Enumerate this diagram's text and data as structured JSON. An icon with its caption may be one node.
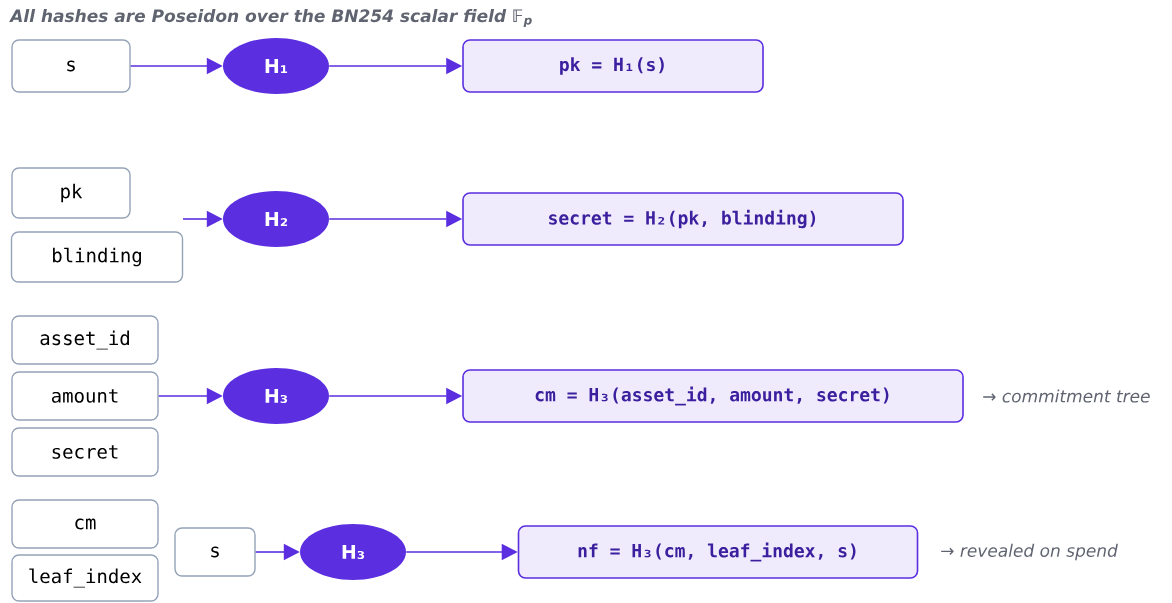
{
  "diagram": {
    "title": "All hashes are Poseidon over the BN254 scalar field 𝔽$_{p}$",
    "nodes": [
      {
        "text": [
          "s"
        ]
      },
      {
        "text": [
          "H₁"
        ]
      },
      {
        "text": [
          "pk = H₁(s)"
        ]
      },
      {
        "text": [
          "pk"
        ]
      },
      {
        "text": [
          "blinding"
        ]
      },
      {
        "text": [
          "H₂"
        ]
      },
      {
        "text": [
          "secret = H₂(pk, blinding)"
        ]
      },
      {
        "text": [
          "asset_id"
        ]
      },
      {
        "text": [
          "amount"
        ]
      },
      {
        "text": [
          "secret"
        ]
      },
      {
        "text": [
          "H₃"
        ]
      },
      {
        "text": [
          "cm = H₃(asset_id, amount, secret)"
        ],
        "beside": [
          "→ commitment tree"
        ]
      },
      {
        "text": [
          "cm"
        ]
      },
      {
        "text": [
          "leaf_index"
        ]
      },
      {
        "text": [
          "s"
        ]
      },
      {
        "text": [
          "H₃"
        ]
      },
      {
        "text": [
          "nf = H₃(cm, leaf_index, s)"
        ],
        "beside": [
          "→ revealed on spend"
        ]
      }
    ],
    "edges": [
      {
        "from": 0,
        "to": 1,
        "arrow": "to"
      },
      {
        "from": 1,
        "to": 2,
        "arrow": "to"
      },
      {
        "from": null,
        "to": 5,
        "arrow": "to"
      },
      {
        "from": 5,
        "to": 6,
        "arrow": "to"
      },
      {
        "from": 8,
        "to": 10,
        "arrow": "to"
      },
      {
        "from": 10,
        "to": 11,
        "arrow": "to"
      },
      {
        "from": 14,
        "to": 15,
        "arrow": "to"
      },
      {
        "from": 15,
        "to": 16,
        "arrow": "to"
      }
    ]
  }
}
